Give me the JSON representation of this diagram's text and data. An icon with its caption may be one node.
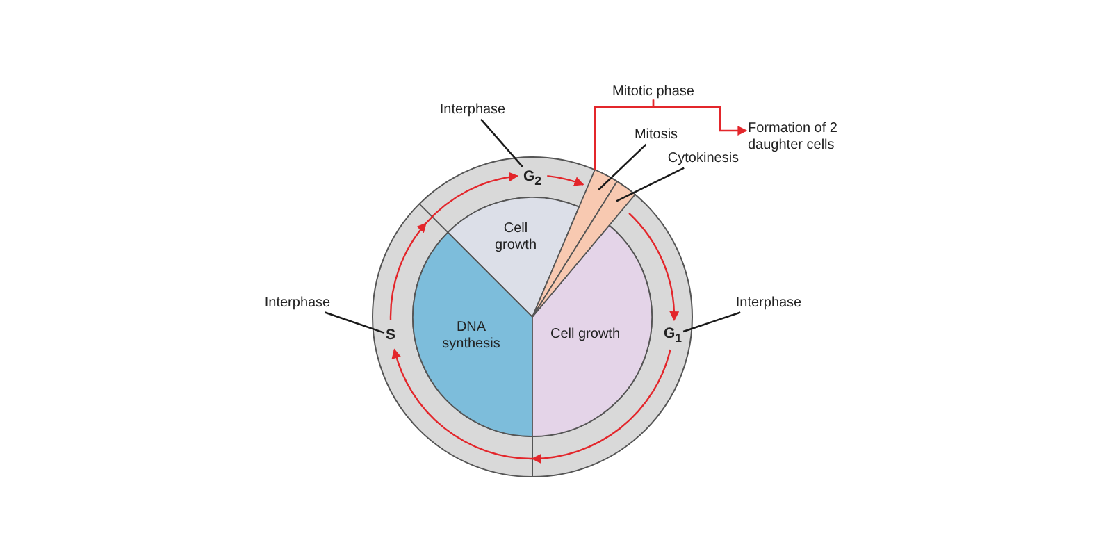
{
  "diagram": {
    "nodes": [
      {
        "text": [
          "Mitotic phase"
        ]
      },
      {
        "text": [
          "Interphase"
        ]
      },
      {
        "text": [
          "Mitosis"
        ]
      },
      {
        "text": [
          "Formation of 2 daughter cells"
        ]
      },
      {
        "text": [
          "Cytokinesis"
        ]
      },
      {
        "text": [
          "G$_{2}$"
        ]
      },
      {
        "text": [],
        "shape": "wedge"
      },
      {
        "text": [],
        "shape": "wedge"
      },
      {
        "text": [
          "Cell growth"
        ]
      },
      {
        "text": [
          "Interphase"
        ]
      },
      {
        "text": [
          "Interphase"
        ]
      },
      {
        "text": [
          "S"
        ]
      },
      {
        "text": [
          "DNA synthesis"
        ]
      },
      {
        "text": [
          "Cell growth"
        ]
      },
      {
        "text": [
          "G$_{1}$"
        ]
      }
    ],
    "edges": [
      {
        "from": 1,
        "to": 5,
        "arrow": "none",
        "color": "#1a1a1a"
      },
      {
        "from": 9,
        "to": 11,
        "arrow": "none",
        "color": "#1a1a1a"
      },
      {
        "from": 10,
        "to": 14,
        "arrow": "none",
        "color": "#1a1a1a"
      },
      {
        "from": 2,
        "to": 6,
        "arrow": "none",
        "color": "#1a1a1a"
      },
      {
        "from": 4,
        "to": 7,
        "arrow": "none",
        "color": "#1a1a1a"
      },
      {
        "from": 11,
        "to": 5,
        "arrow": "to",
        "color": "#e3262b"
      },
      {
        "from": 5,
        "to": 6,
        "arrow": "to",
        "color": "#e3262b"
      },
      {
        "from": 7,
        "to": 14,
        "arrow": "to",
        "color": "#e3262b"
      },
      {
        "from": 14,
        "to": 11,
        "arrow": "to",
        "color": "#e3262b"
      },
      {
        "from": 0,
        "to": 3,
        "arrow": "to",
        "color": "#e3262b"
      },
      {
        "from": 0,
        "to": 6,
        "arrow": "none",
        "color": "#e3262b"
      }
    ]
  }
}
